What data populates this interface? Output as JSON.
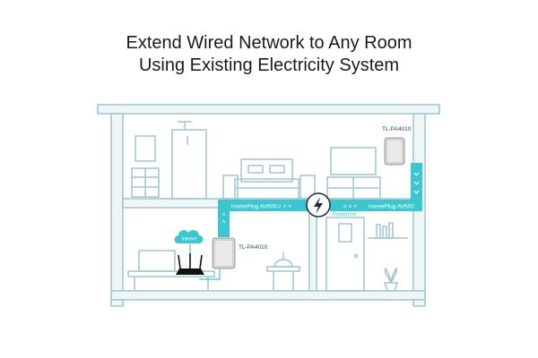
{
  "title": {
    "line1": "Extend Wired Network to Any Room",
    "line2": "Using Existing Electricity System"
  },
  "devices": {
    "upstairs_adapter": "TL-PA4010",
    "downstairs_adapter": "TL-PA4010"
  },
  "links": {
    "left_label": "HomePlug AV600",
    "right_label": "HomePlug AV600",
    "powerline_label": "Powerline",
    "left_arrows": "> > >",
    "right_arrows": "< < <"
  },
  "cloud": {
    "label": "Internet"
  },
  "colors": {
    "house_line": "#9fc6cd",
    "house_fill": "#eef6f7",
    "accent": "#3cc6cf",
    "text_dark": "#1a1a1a",
    "device_gray": "#c9c9c9",
    "router_black": "#111111"
  },
  "icons": [
    "lightning-bolt-icon",
    "cloud-icon",
    "router-icon",
    "adapter-icon"
  ]
}
